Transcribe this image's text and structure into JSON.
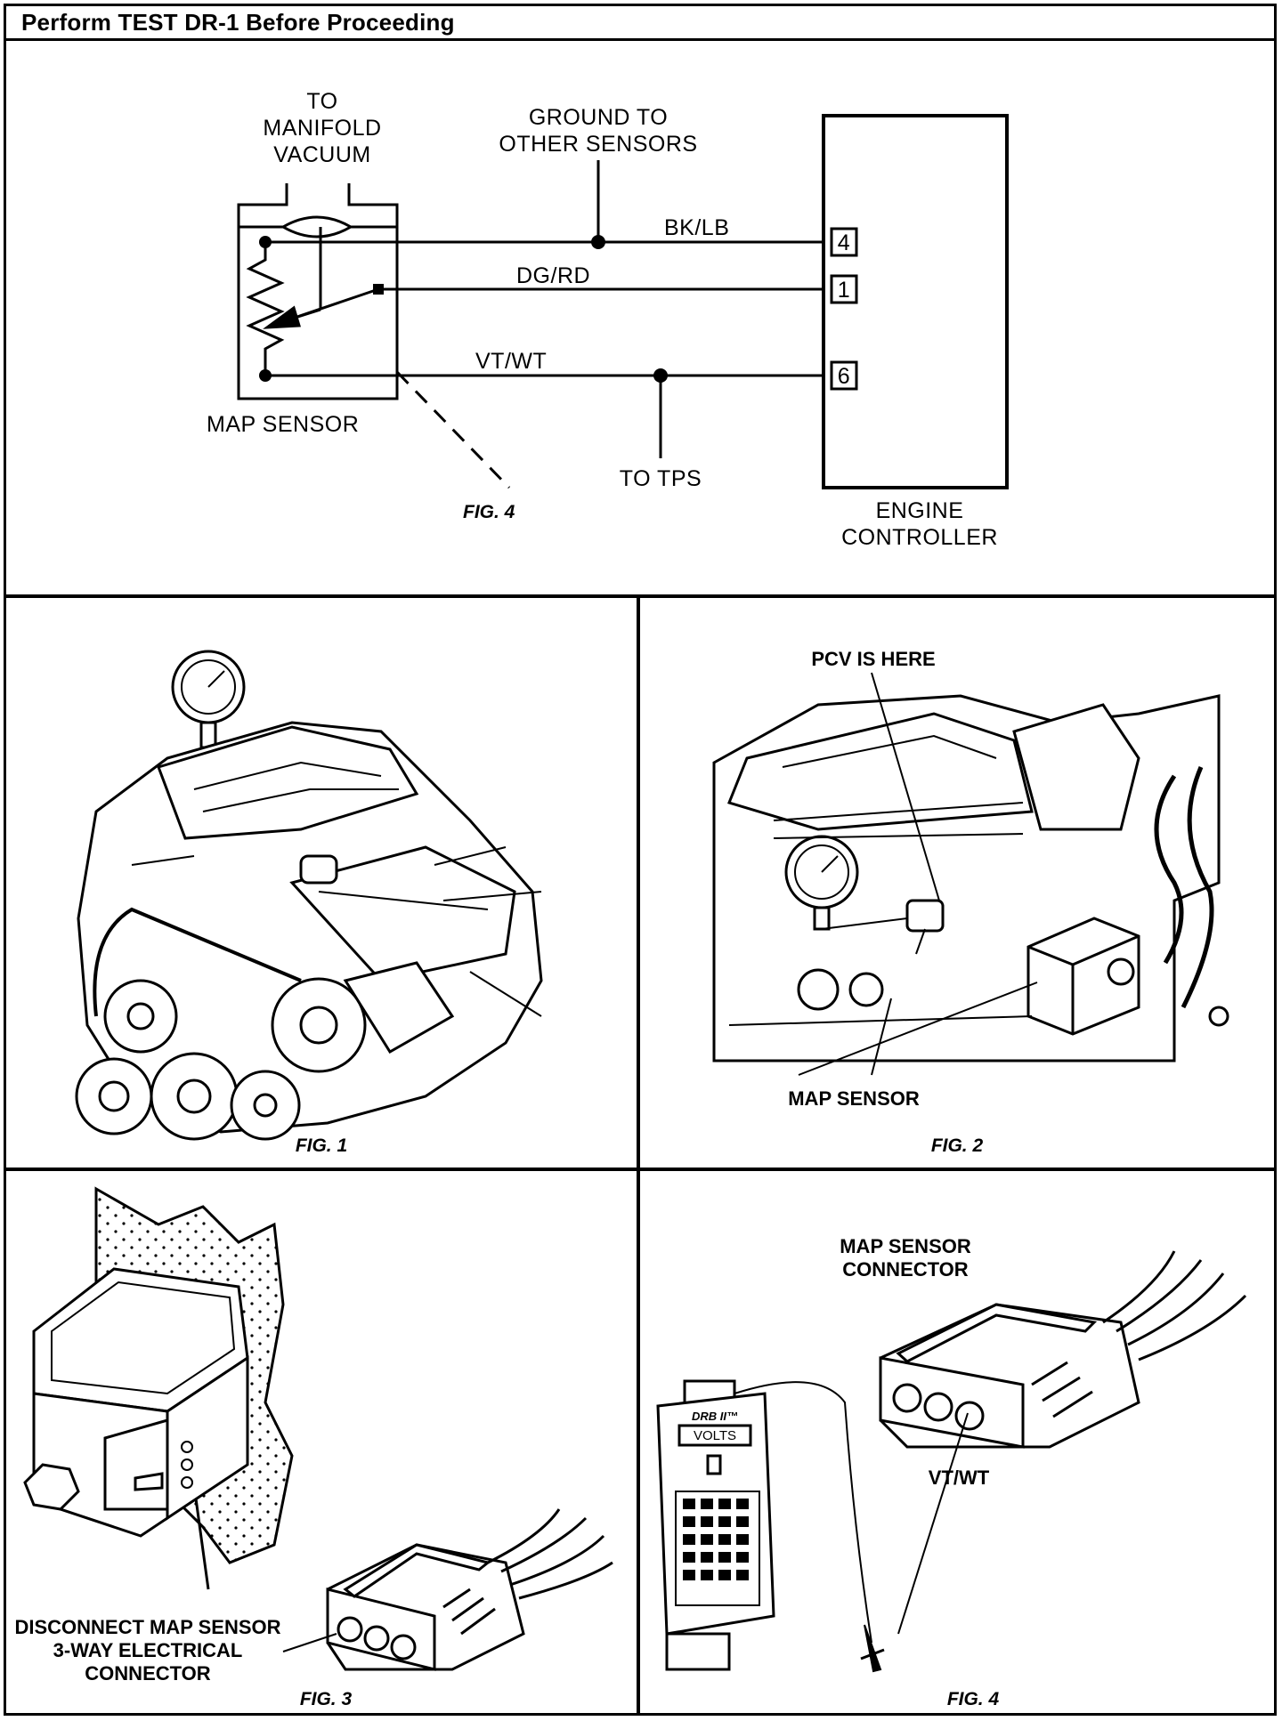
{
  "header": {
    "title": "Perform TEST DR-1 Before Proceeding"
  },
  "schematic": {
    "vacuum_label": [
      "TO",
      "MANIFOLD",
      "VACUUM"
    ],
    "ground_label": [
      "GROUND TO",
      "OTHER SENSORS"
    ],
    "wire_bk_lb": "BK/LB",
    "wire_dg_rd": "DG/RD",
    "wire_vt_wt": "VT/WT",
    "pin_4": "4",
    "pin_1": "1",
    "pin_6": "6",
    "map_sensor_label": "MAP SENSOR",
    "tps_label": "TO TPS",
    "fig_ref": "FIG. 4",
    "controller_label": [
      "ENGINE",
      "CONTROLLER"
    ]
  },
  "fig1": {
    "caption": "FIG. 1"
  },
  "fig2": {
    "caption": "FIG. 2",
    "pcv_label": "PCV IS HERE",
    "map_label": "MAP SENSOR"
  },
  "fig3": {
    "caption": "FIG. 3",
    "note": [
      "DISCONNECT MAP SENSOR",
      "3-WAY ELECTRICAL",
      "CONNECTOR"
    ]
  },
  "fig4": {
    "caption": "FIG. 4",
    "connector_label": [
      "MAP SENSOR",
      "CONNECTOR"
    ],
    "wire_label": "VT/WT",
    "tester_brand": "DRB II™",
    "tester_mode": "VOLTS"
  }
}
